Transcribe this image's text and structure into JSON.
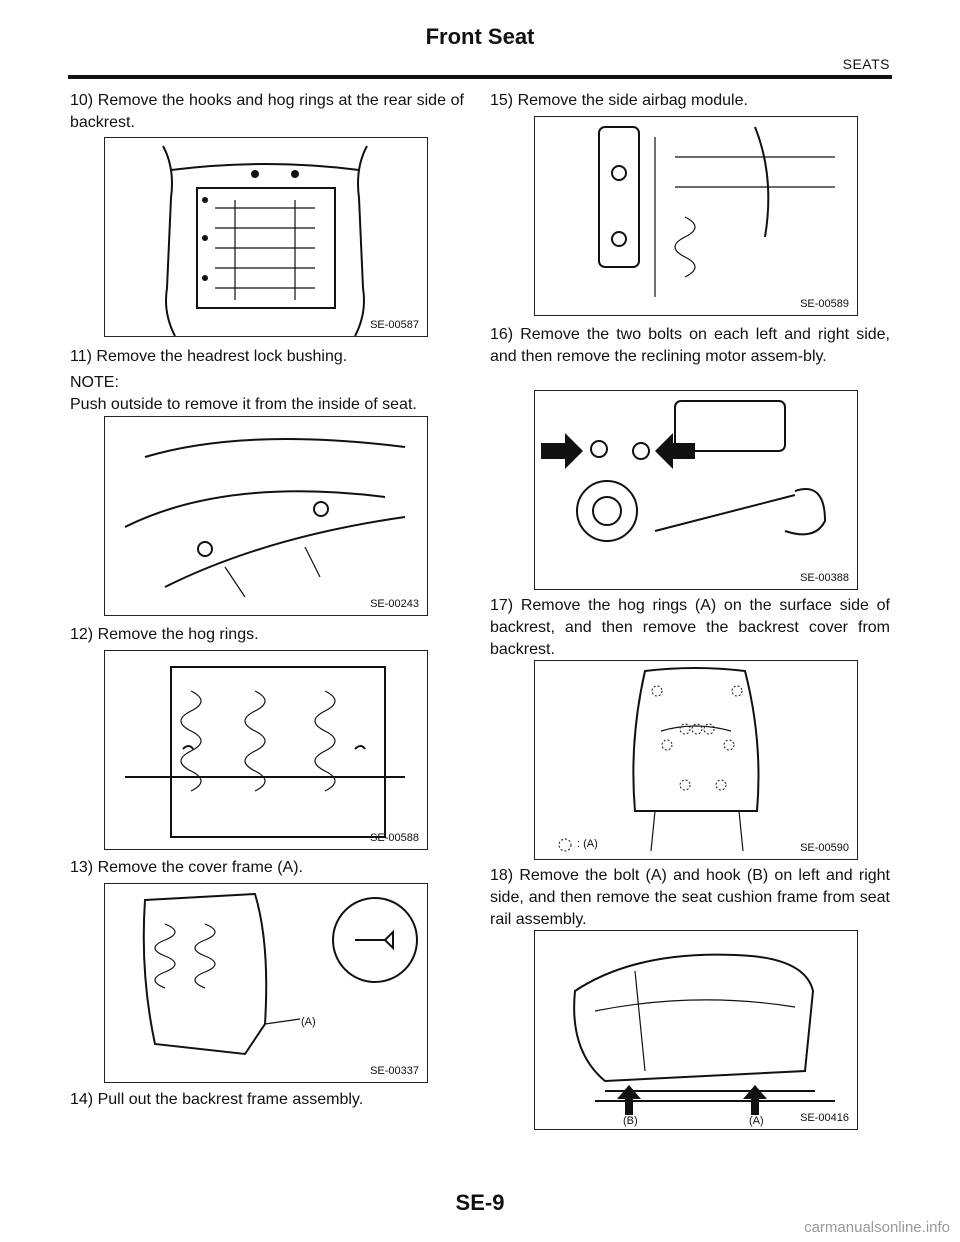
{
  "header": {
    "title": "Front Seat",
    "section": "SEATS"
  },
  "left_column": {
    "step10": "10) Remove the hooks and hog rings at the rear side of backrest.",
    "fig1_code": "SE-00587",
    "step11": "11) Remove the headrest lock bushing.",
    "note_label": "NOTE:",
    "note_text": "Push outside to remove it from the inside of seat.",
    "fig2_code": "SE-00243",
    "step12": "12) Remove the hog rings.",
    "fig3_code": "SE-00588",
    "step13": "13) Remove the cover frame (A).",
    "fig4_code": "SE-00337",
    "fig4_label_a": "(A)",
    "step14": "14) Pull out the backrest frame assembly."
  },
  "right_column": {
    "step15": "15) Remove the side airbag module.",
    "fig5_code": "SE-00589",
    "step16": "16) Remove the two bolts on each left and right side, and then remove the reclining motor assem-bly.",
    "fig6_code": "SE-00388",
    "step17": "17) Remove the hog rings (A) on the surface side of backrest, and then remove the backrest cover from backrest.",
    "fig7_code": "SE-00590",
    "fig7_legend": ": (A)",
    "step18": "18) Remove the bolt (A) and hook (B) on left and right side, and then remove the seat cushion frame from seat rail assembly.",
    "fig8_code": "SE-00416",
    "fig8_label_b": "(B)",
    "fig8_label_a": "(A)"
  },
  "footer": {
    "page_number": "SE-9",
    "watermark": "carmanualsonline.info"
  }
}
